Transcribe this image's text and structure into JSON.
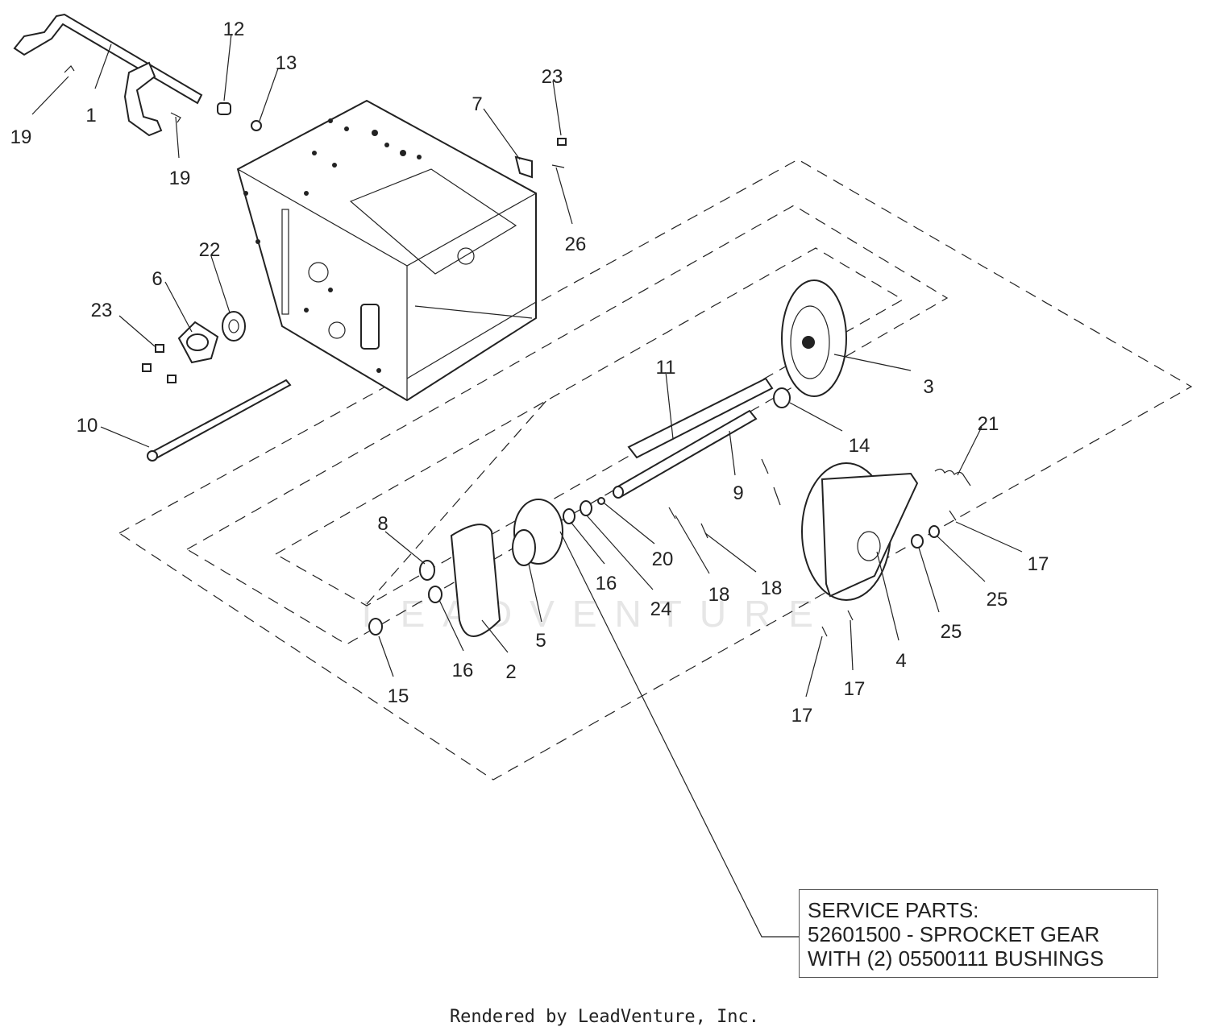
{
  "callouts": [
    {
      "id": "1",
      "label": "1"
    },
    {
      "id": "2",
      "label": "2"
    },
    {
      "id": "3",
      "label": "3"
    },
    {
      "id": "4",
      "label": "4"
    },
    {
      "id": "5",
      "label": "5"
    },
    {
      "id": "6",
      "label": "6"
    },
    {
      "id": "7",
      "label": "7"
    },
    {
      "id": "8",
      "label": "8"
    },
    {
      "id": "9",
      "label": "9"
    },
    {
      "id": "10",
      "label": "10"
    },
    {
      "id": "11",
      "label": "11"
    },
    {
      "id": "12",
      "label": "12"
    },
    {
      "id": "13",
      "label": "13"
    },
    {
      "id": "14",
      "label": "14"
    },
    {
      "id": "15",
      "label": "15"
    },
    {
      "id": "16a",
      "label": "16"
    },
    {
      "id": "16b",
      "label": "16"
    },
    {
      "id": "17a",
      "label": "17"
    },
    {
      "id": "17b",
      "label": "17"
    },
    {
      "id": "17c",
      "label": "17"
    },
    {
      "id": "18a",
      "label": "18"
    },
    {
      "id": "18b",
      "label": "18"
    },
    {
      "id": "19a",
      "label": "19"
    },
    {
      "id": "19b",
      "label": "19"
    },
    {
      "id": "20",
      "label": "20"
    },
    {
      "id": "21",
      "label": "21"
    },
    {
      "id": "22",
      "label": "22"
    },
    {
      "id": "23a",
      "label": "23"
    },
    {
      "id": "23b",
      "label": "23"
    },
    {
      "id": "24",
      "label": "24"
    },
    {
      "id": "25a",
      "label": "25"
    },
    {
      "id": "25b",
      "label": "25"
    },
    {
      "id": "26",
      "label": "26"
    }
  ],
  "service_box": {
    "line1": "SERVICE PARTS:",
    "line2": "52601500 - SPROCKET GEAR",
    "line3": "WITH (2) 05500111 BUSHINGS"
  },
  "watermark": "LEADVENTURE",
  "footer": "Rendered by LeadVenture, Inc."
}
